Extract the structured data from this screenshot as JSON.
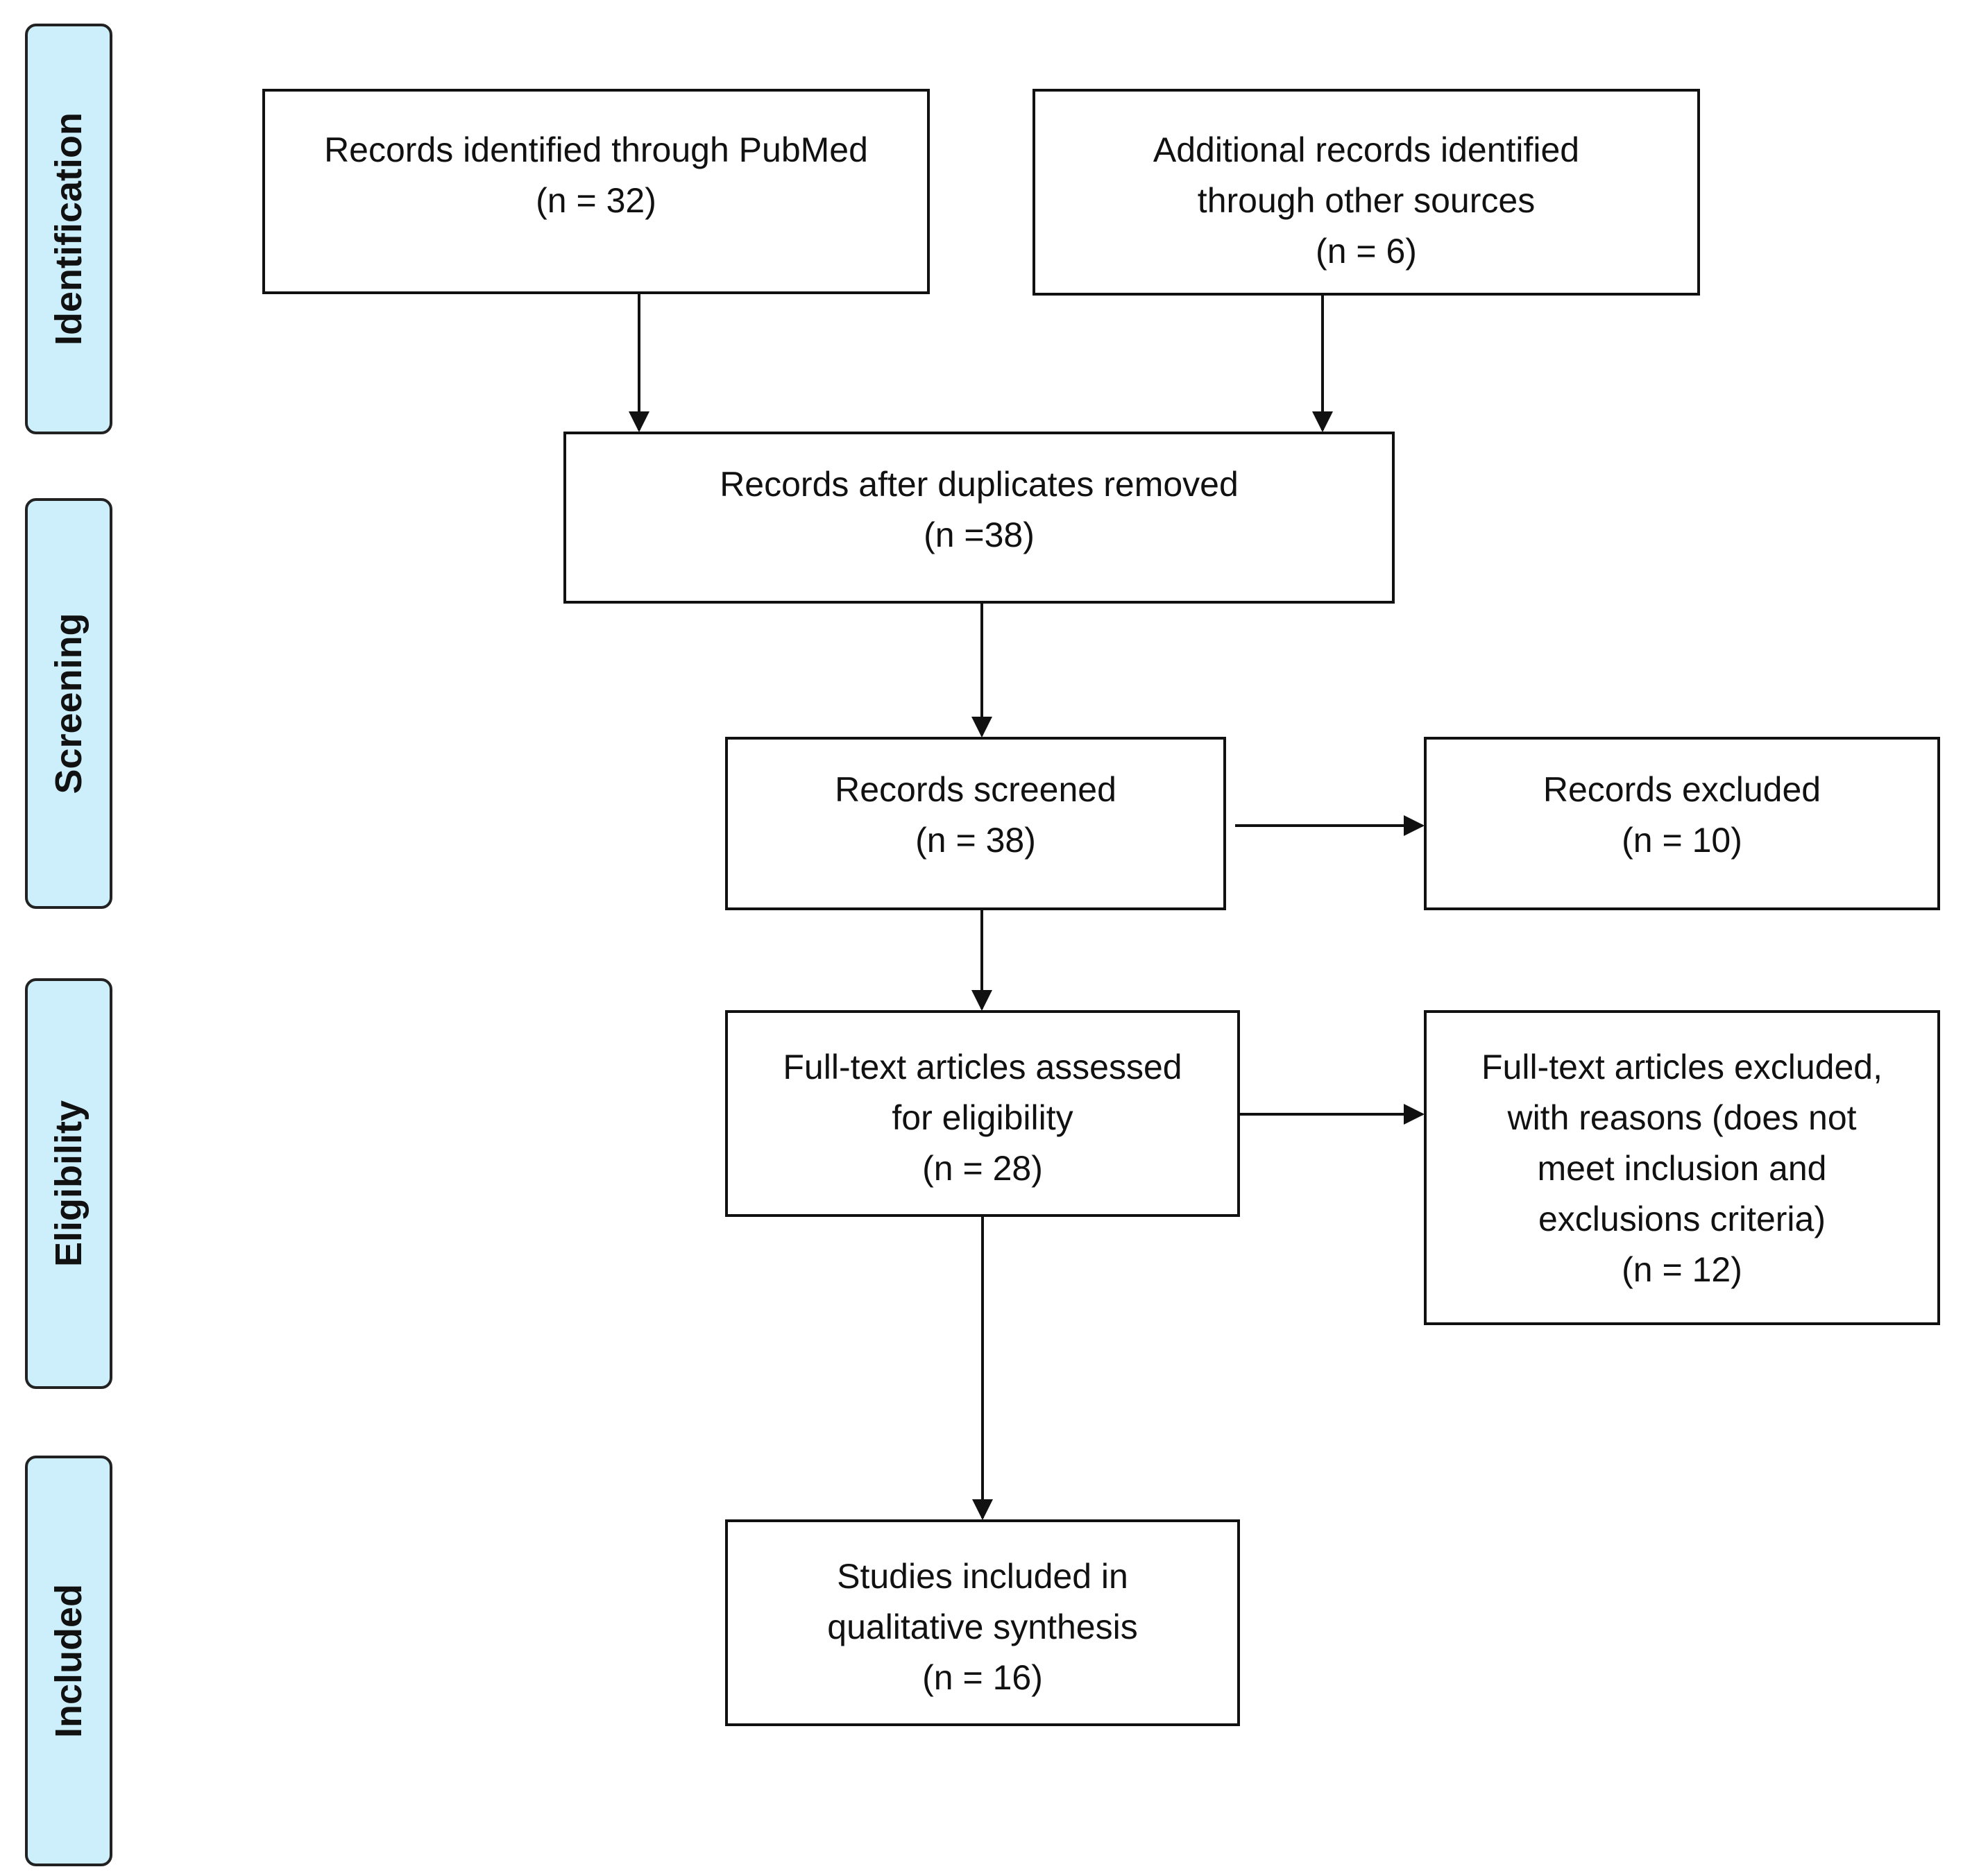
{
  "stages": {
    "identification": "Identification",
    "screening": "Screening",
    "eligibility": "Eligibility",
    "included": "Included"
  },
  "boxes": {
    "pubmed": {
      "line1": "Records identified through PubMed",
      "count": "(n = 32)"
    },
    "other": {
      "line1": "Additional records identified",
      "line2": "through other sources",
      "count": "(n = 6)"
    },
    "duplicates": {
      "line1": "Records after duplicates removed",
      "count": "(n =38)"
    },
    "screened": {
      "line1": "Records screened",
      "count": "(n = 38)"
    },
    "excluded": {
      "line1": "Records excluded",
      "count": "(n = 10)"
    },
    "fulltext": {
      "line1": "Full-text articles assessed",
      "line2": "for eligibility",
      "count": "(n = 28)"
    },
    "fulltext_excluded": {
      "line1": "Full-text articles excluded,",
      "line2": "with reasons (does not",
      "line3": "meet inclusion and",
      "line4": "exclusions criteria)",
      "count": "(n = 12)"
    },
    "included": {
      "line1": "Studies included in",
      "line2": "qualitative synthesis",
      "count": "(n = 16)"
    }
  }
}
